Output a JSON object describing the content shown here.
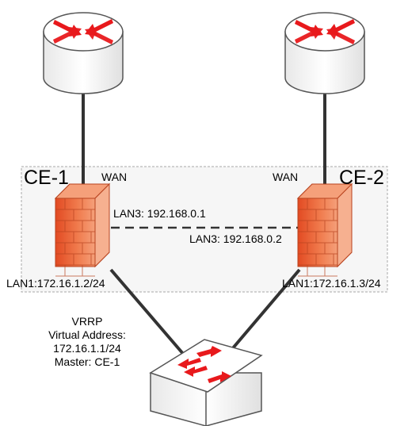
{
  "labels": {
    "ce1": "CE-1",
    "ce2": "CE-2",
    "ce1_wan": "WAN",
    "ce2_wan": "WAN",
    "ce1_lan3": "LAN3: 192.168.0.1",
    "ce2_lan3": "LAN3: 192.168.0.2",
    "ce1_lan1": "LAN1:172.16.1.2/24",
    "ce2_lan1": "LAN1:172.16.1.3/24"
  },
  "vrrp": {
    "line1": "VRRP",
    "line2": "Virtual Address:",
    "line3": "172.16.1.1/24",
    "line4": "Master: CE-1"
  },
  "icons": {
    "router": "router-icon",
    "firewall": "firewall-icon",
    "switch": "switch-icon"
  },
  "colors": {
    "firewall": "#e8603a",
    "arrow": "#e8191c",
    "device_body": "#ffffff",
    "outline": "#555555",
    "zone_fill": "#f6f6f6",
    "zone_border": "#a8a8a8",
    "link": "#333333"
  }
}
